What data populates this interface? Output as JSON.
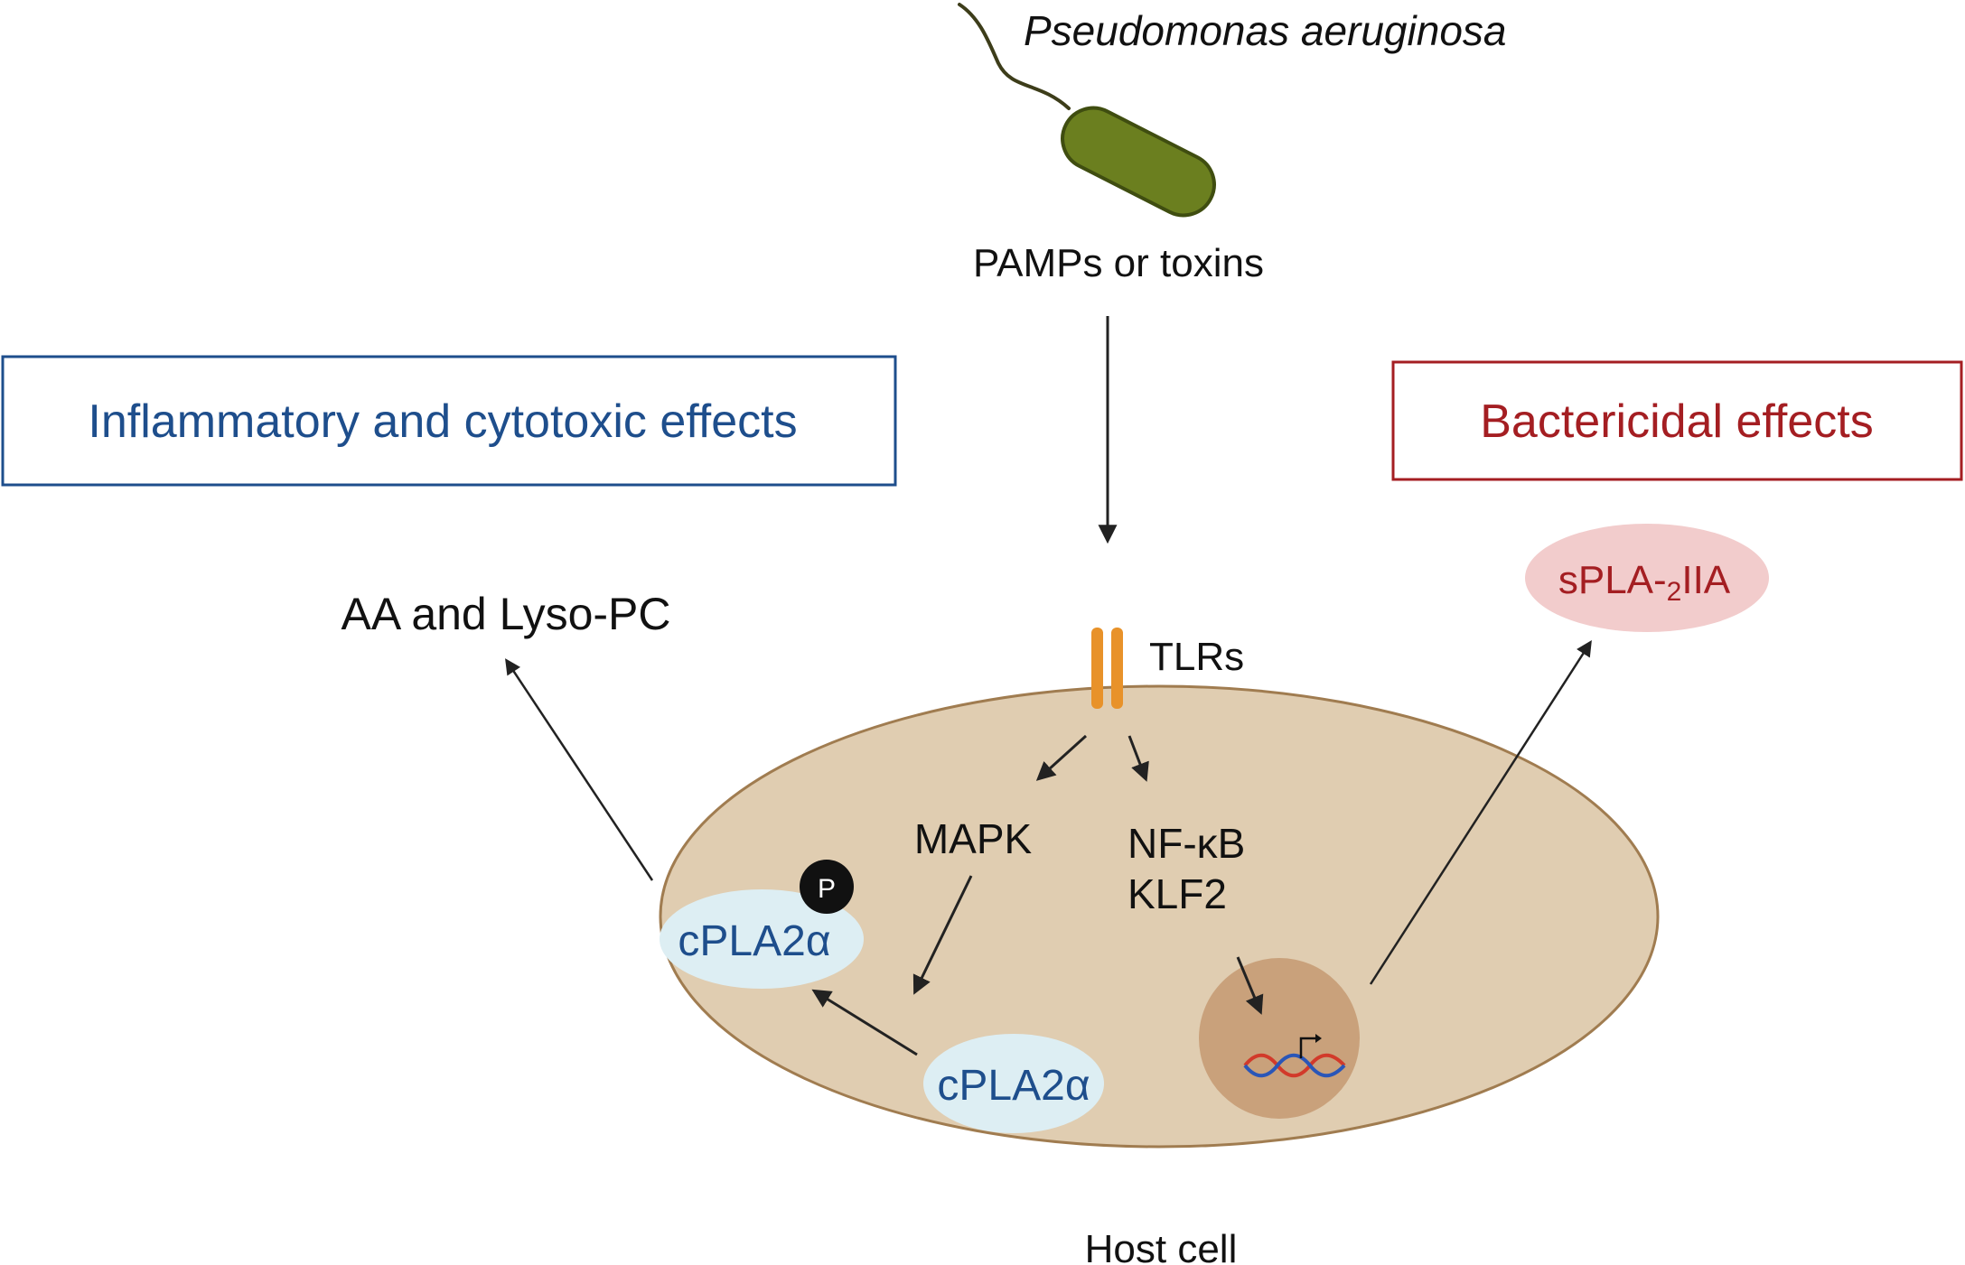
{
  "bacterium": {
    "name": "Pseudomonas aeruginosa",
    "fill": "#6b7f1f",
    "outline": "#3f4d10"
  },
  "pamps_label": "PAMPs or toxins",
  "left_box": {
    "title": "Inflammatory and cytotoxic effects",
    "color": "#1e4e8c"
  },
  "right_box": {
    "title": "Bactericidal effects",
    "color": "#a41e22"
  },
  "products_label": "AA and Lyso-PC",
  "spla": {
    "prefix": "sPLA-",
    "subscript": "2",
    "suffix": "IIA",
    "fill": "#f2cccc",
    "text_color": "#a41e22"
  },
  "receptor": {
    "label": "TLRs",
    "color": "#e8922a"
  },
  "host_cell": {
    "label": "Host cell",
    "fill": "#e0cdb1",
    "outline": "#a07c50"
  },
  "mapk_label": "MAPK",
  "tf_labels": {
    "nfkb": "NF-κB",
    "klf2": "KLF2"
  },
  "cpla_phospho": {
    "label": "cPLA2α",
    "phospho_badge": "P",
    "fill": "#ddeef3",
    "text_color": "#1e4e8c"
  },
  "cpla_inactive": {
    "label": "cPLA2α",
    "fill": "#ddeef3",
    "text_color": "#1e4e8c"
  },
  "nucleus": {
    "fill": "#c9a17b"
  },
  "dna_icon": {
    "strand_a": "#d23a2a",
    "strand_b": "#2a56b8"
  }
}
